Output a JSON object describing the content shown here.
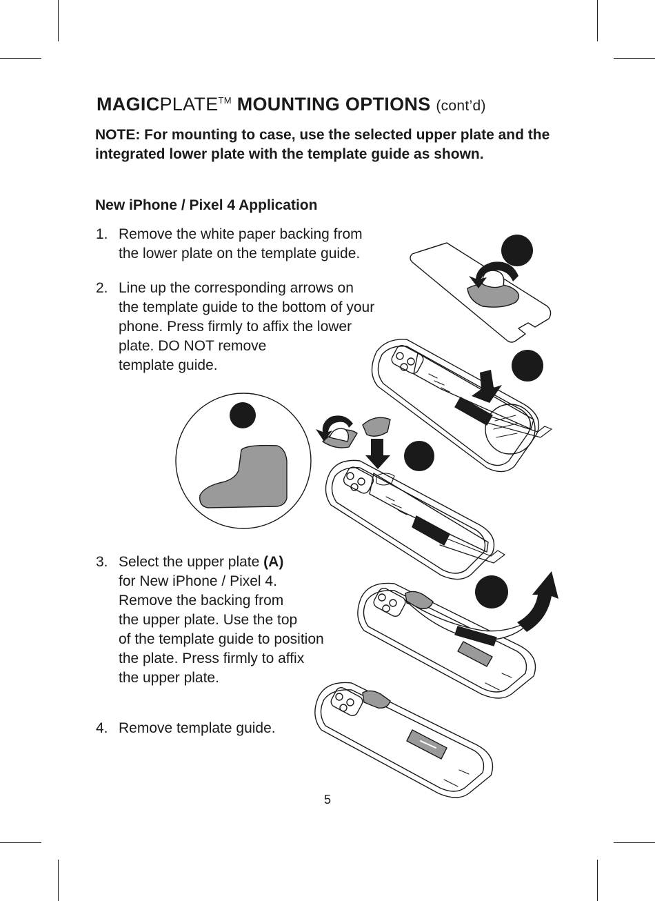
{
  "title": {
    "bold1": "MAGIC",
    "light": "PLATE",
    "tm": "TM",
    "bold2": "MOUNTING OPTIONS",
    "suffix": "(cont’d)"
  },
  "note": {
    "label": "NOTE:",
    "pre": "For mounting to ",
    "highlight": "case",
    "post": ", use the selected upper plate and the integrated lower plate with the template guide as shown."
  },
  "subheading": "New iPhone / Pixel 4 Application",
  "steps": [
    {
      "num": "1.",
      "lines": [
        "Remove the white paper backing from",
        "the lower plate on the template guide."
      ]
    },
    {
      "num": "2.",
      "lines": [
        "Line up the corresponding arrows on",
        "the template guide to the bottom of your",
        "phone. Press firmly to affix the lower",
        "plate. DO NOT remove",
        "template guide."
      ]
    },
    {
      "num": "3.",
      "line1_pre": "Select the upper plate ",
      "line1_bold": "(A)",
      "lines": [
        "for New iPhone / Pixel 4.",
        "Remove the backing from",
        "the upper plate. Use the top",
        "of the template guide to position",
        "the plate. Press firmly to affix",
        "the upper plate."
      ]
    },
    {
      "num": "4.",
      "lines": [
        "Remove template guide."
      ]
    }
  ],
  "page_number": "5",
  "colors": {
    "ink": "#1a1a1a",
    "plate_gray": "#9a9a9a",
    "label_black": "#1c1c1c"
  }
}
